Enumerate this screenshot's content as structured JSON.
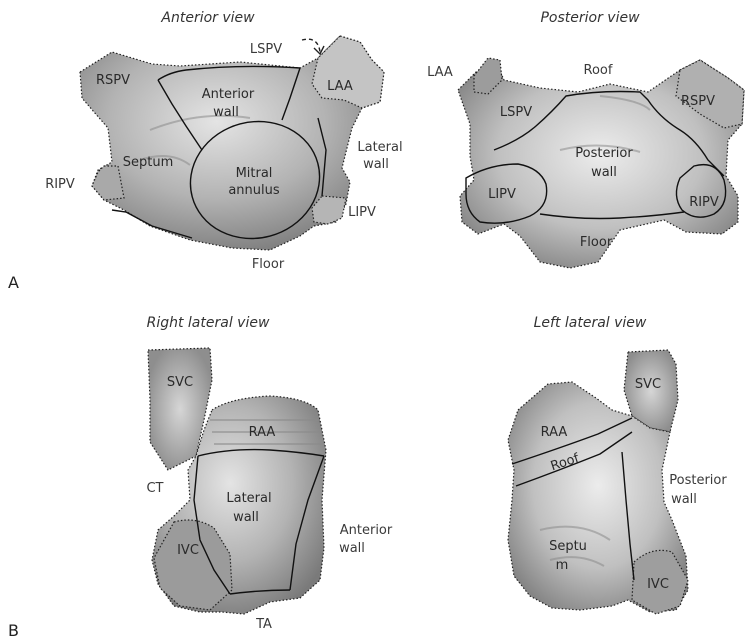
{
  "panels": {
    "A": {
      "letter": "A",
      "anterior": {
        "title": "Anterior view",
        "labels": {
          "lspv": "LSPV",
          "rspv": "RSPV",
          "laa": "LAA",
          "anterior_wall_1": "Anterior",
          "anterior_wall_2": "wall",
          "septum": "Septum",
          "mitral_1": "Mitral",
          "mitral_2": "annulus",
          "lateral_1": "Lateral",
          "lateral_2": "wall",
          "ripv": "RIPV",
          "lipv": "LIPV",
          "floor": "Floor"
        }
      },
      "posterior": {
        "title": "Posterior view",
        "labels": {
          "laa": "LAA",
          "roof": "Roof",
          "lspv": "LSPV",
          "rspv": "RSPV",
          "posterior_1": "Posterior",
          "posterior_2": "wall",
          "lipv": "LIPV",
          "ripv": "RIPV",
          "floor": "Floor"
        }
      }
    },
    "B": {
      "letter": "B",
      "right_lateral": {
        "title": "Right lateral view",
        "labels": {
          "svc": "SVC",
          "raa": "RAA",
          "ct": "CT",
          "lateral_1": "Lateral",
          "lateral_2": "wall",
          "anterior_1": "Anterior",
          "anterior_2": "wall",
          "ivc": "IVC",
          "ta": "TA"
        }
      },
      "left_lateral": {
        "title": "Left lateral view",
        "labels": {
          "svc": "SVC",
          "raa": "RAA",
          "roof": "Roof",
          "posterior_1": "Posterior",
          "posterior_2": "wall",
          "septum_1": "Septu",
          "septum_2": "m",
          "ivc": "IVC"
        }
      }
    }
  }
}
